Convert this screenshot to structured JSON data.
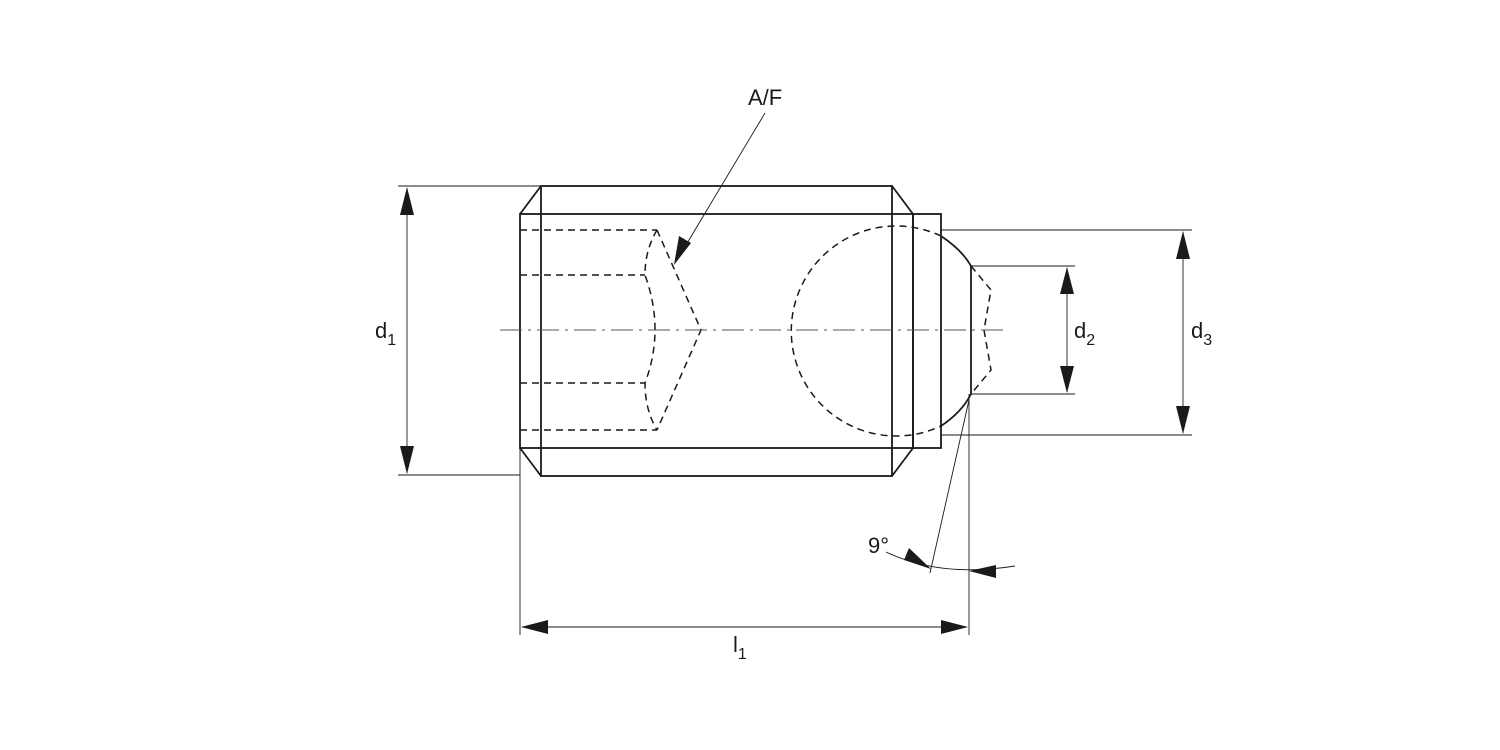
{
  "labels": {
    "across_flats": "A/F",
    "d1": {
      "base": "d",
      "sub": "1"
    },
    "d2": {
      "base": "d",
      "sub": "2"
    },
    "d3": {
      "base": "d",
      "sub": "3"
    },
    "l1": {
      "base": "l",
      "sub": "1"
    },
    "angle": "9°"
  }
}
